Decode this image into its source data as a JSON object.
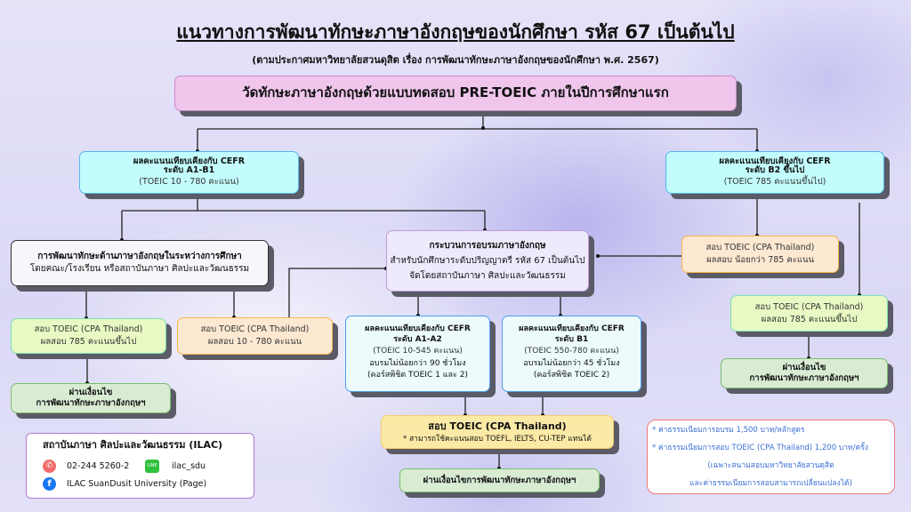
{
  "header": {
    "title": "แนวทางการพัฒนาทักษะภาษาอังกฤษของนักศึกษา รหัส 67 เป็นต้นไป",
    "subtitle": "(ตามประกาศมหาวิทยาลัยสวนดุสิต เรื่อง การพัฒนาทักษะภาษาอังกฤษของนักศึกษา พ.ศ. 2567)"
  },
  "top": "วัดทักษะภาษาอังกฤษด้วยแบบทดสอบ PRE-TOEIC ภายในปีการศึกษาแรก",
  "a1b1": {
    "l1": "ผลคะแนนเทียบเคียงกับ CEFR",
    "l2": "ระดับ A1-B1",
    "l3": "(TOEIC 10 - 780 คะแนน)"
  },
  "b2": {
    "l1": "ผลคะแนนเทียบเคียงกับ CEFR",
    "l2": "ระดับ B2 ขึ้นไป",
    "l3": "(TOEIC 785 คะแนนขึ้นไป)"
  },
  "during": {
    "l1": "การพัฒนาทักษะด้านภาษาอังกฤษในระหว่างการศึกษา",
    "l2": "โดยคณะ/โรงเรียน หรือสถาบันภาษา ศิลปะและวัฒนธรรม"
  },
  "training": {
    "l1": "กระบวนการอบรมภาษาอังกฤษ",
    "l2": "สำหรับนักศึกษาระดับปริญญาตรี รหัส 67 เป็นต้นไป",
    "l3": "จัดโดยสถาบันภาษา ศิลปะและวัฒนธรรม"
  },
  "exam_pass_left": {
    "l1": "สอบ TOEIC (CPA Thailand)",
    "l2": "ผลสอบ 785 คะแนนขึ้นไป"
  },
  "exam_mid_left": {
    "l1": "สอบ TOEIC (CPA Thailand)",
    "l2": "ผลสอบ 10 - 780 คะแนน"
  },
  "exam_less_right": {
    "l1": "สอบ TOEIC (CPA Thailand)",
    "l2": "ผลสอบ น้อยกว่า 785 คะแนน"
  },
  "exam_pass_right": {
    "l1": "สอบ TOEIC (CPA Thailand)",
    "l2": "ผลสอบ 785 คะแนนขึ้นไป"
  },
  "pass_left": {
    "l1": "ผ่านเงื่อนไข",
    "l2": "การพัฒนาทักษะภาษาอังกฤษฯ"
  },
  "pass_right": {
    "l1": "ผ่านเงื่อนไข",
    "l2": "การพัฒนาทักษะภาษาอังกฤษฯ"
  },
  "a1a2": {
    "l1": "ผลคะแนนเทียบเคียงกับ CEFR",
    "l2": "ระดับ A1-A2",
    "l3": "(TOEIC 10-545 คะแนน)",
    "l4": "อบรมไม่น้อยกว่า 90 ชั่วโมง",
    "l5": "(คอร์สพิชิต TOEIC 1 และ 2)"
  },
  "b1": {
    "l1": "ผลคะแนนเทียบเคียงกับ CEFR",
    "l2": "ระดับ B1",
    "l3": "(TOEIC 550-780 คะแนน)",
    "l4": "อบรมไม่น้อยกว่า 45 ชั่วโมง",
    "l5": "(คอร์สพิชิต TOEIC  2)"
  },
  "final_exam": {
    "l1": "สอบ TOEIC (CPA Thailand)",
    "l2": "* สามารถใช้คะแนนสอบ TOEFL, IELTS, CU-TEP แทนได้"
  },
  "pass_center": "ผ่านเงื่อนไขการพัฒนาทักษะภาษาอังกฤษฯ",
  "contact": {
    "title": "สถาบันภาษา ศิลปะและวัฒนธรรม (ILAC)",
    "phone": "02-244 5260-2",
    "line": "ilac_sdu",
    "facebook": "ILAC SuanDusit University  (Page)",
    "line_icon_text": "LINE"
  },
  "fees": [
    "* ค่าธรรมเนียมการอบรม 1,500 บาท/หลักสูตร",
    "* ค่าธรรมเนียมการสอบ TOEIC (CPA Thailand) 1,200 บาท/ครั้ง",
    "(เฉพาะสนามสอบมหาวิทยาลัยสวนดุสิต",
    "และค่าธรรมเนียมการสอบสามารถเปลี่ยนแปลงได้)"
  ],
  "colors": {
    "fee_text": "#3b6fd6",
    "top_box": "#f0c6ec",
    "shadow": "#5a5b66"
  }
}
